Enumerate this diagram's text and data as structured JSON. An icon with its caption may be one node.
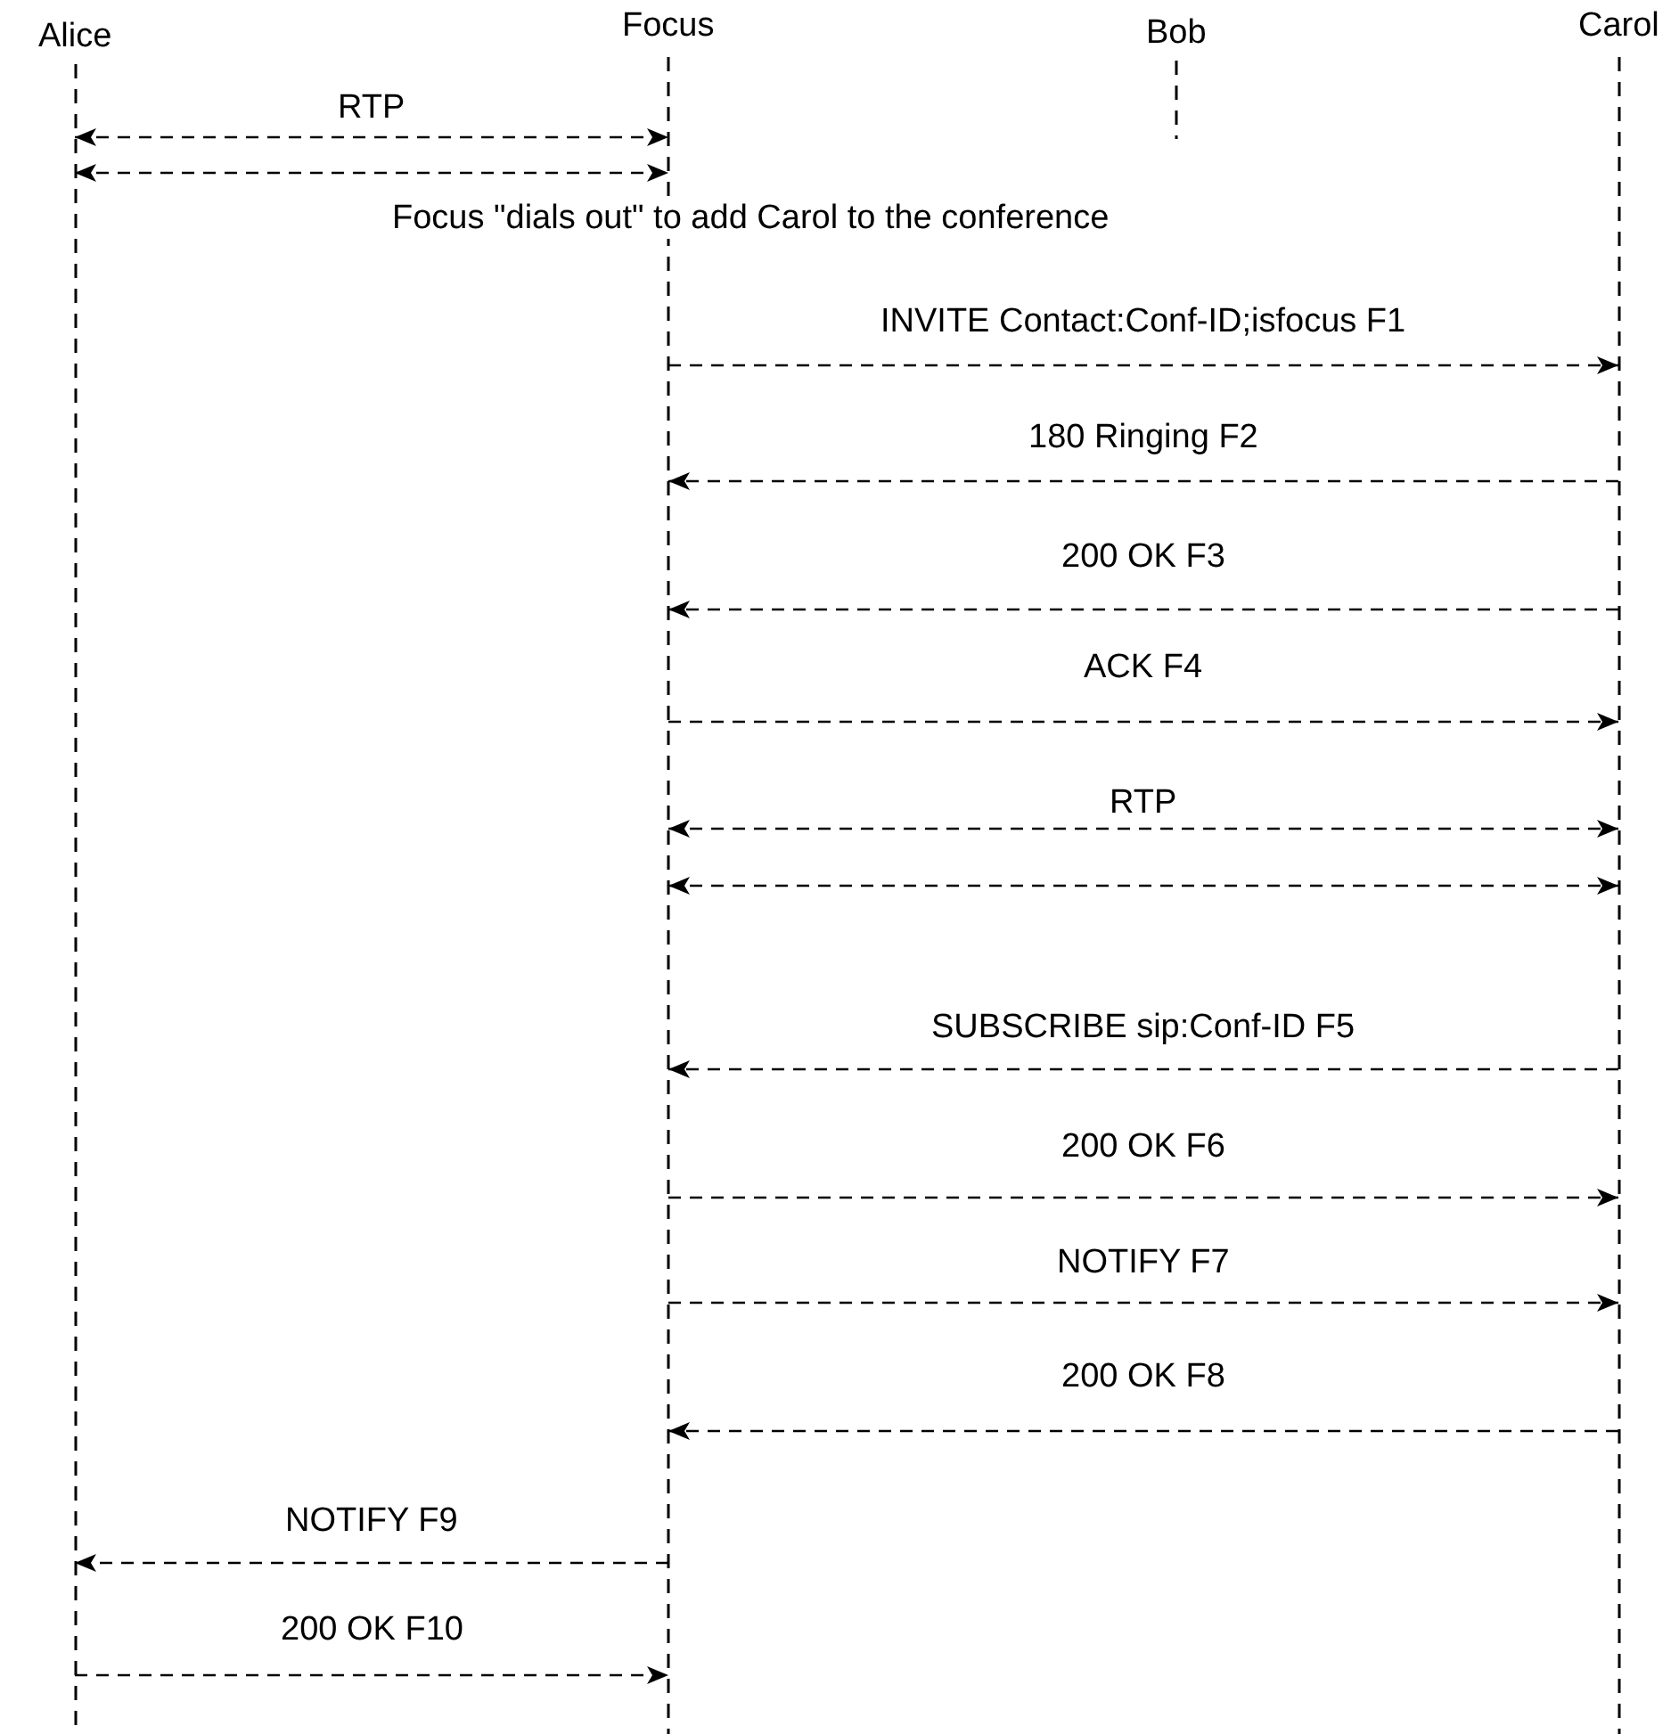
{
  "diagram": {
    "nodes": [
      {
        "text": [
          "Alice"
        ]
      },
      {
        "text": [
          "Focus"
        ]
      },
      {
        "text": [
          "Bob"
        ]
      },
      {
        "text": [
          "Carol"
        ]
      }
    ],
    "edges": [
      {
        "from": 0,
        "to": 1,
        "arrow": "both",
        "label": "RTP",
        "style": "dashed"
      },
      {
        "from": 0,
        "to": 1,
        "arrow": "both",
        "style": "dashed"
      },
      {
        "from": 1,
        "to": 3,
        "arrow": "to",
        "label": "INVITE Contact:Conf-ID;isfocus F1",
        "style": "dashed"
      },
      {
        "from": 3,
        "to": 1,
        "arrow": "to",
        "label": "180 Ringing F2",
        "style": "dashed"
      },
      {
        "from": 3,
        "to": 1,
        "arrow": "to",
        "label": "200 OK F3",
        "style": "dashed"
      },
      {
        "from": 1,
        "to": 3,
        "arrow": "to",
        "label": "ACK F4",
        "style": "dashed"
      },
      {
        "from": 1,
        "to": 3,
        "arrow": "both",
        "label": "RTP",
        "style": "dashed"
      },
      {
        "from": 1,
        "to": 3,
        "arrow": "both",
        "style": "dashed"
      },
      {
        "from": 3,
        "to": 1,
        "arrow": "to",
        "label": "SUBSCRIBE sip:Conf-ID F5",
        "style": "dashed"
      },
      {
        "from": 1,
        "to": 3,
        "arrow": "to",
        "label": "200 OK F6",
        "style": "dashed"
      },
      {
        "from": 1,
        "to": 3,
        "arrow": "to",
        "label": "NOTIFY F7",
        "style": "dashed"
      },
      {
        "from": 3,
        "to": 1,
        "arrow": "to",
        "label": "200 OK F8",
        "style": "dashed"
      },
      {
        "from": 1,
        "to": 0,
        "arrow": "to",
        "label": "NOTIFY F9",
        "style": "dashed"
      },
      {
        "from": 0,
        "to": 1,
        "arrow": "to",
        "label": "200 OK F10",
        "style": "dashed"
      }
    ],
    "labels": [
      "Focus \"dials out\" to add Carol to the conference"
    ]
  }
}
